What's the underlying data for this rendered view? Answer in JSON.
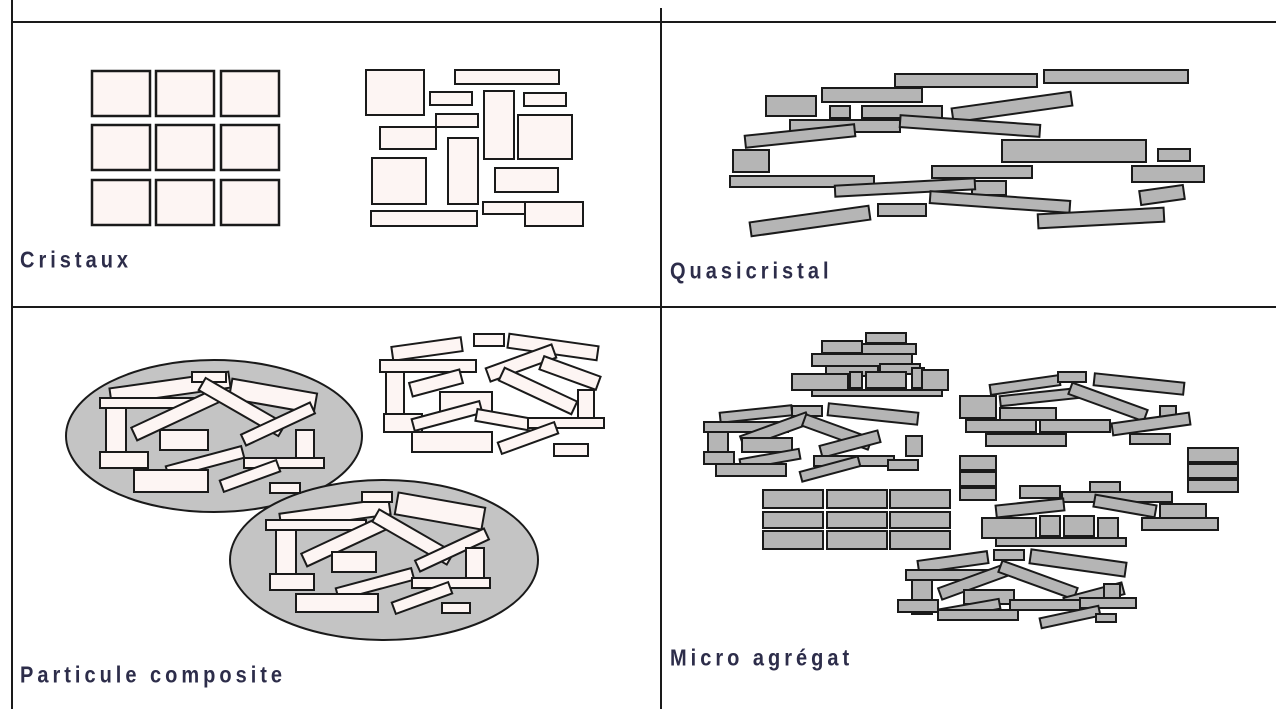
{
  "panels": {
    "cristaux": {
      "label": "Cristaux"
    },
    "quasicristal": {
      "label": "Quasicristal"
    },
    "particule_composite": {
      "label": "Particule composite"
    },
    "micro_agregat": {
      "label": "Micro agrégat"
    }
  },
  "colors": {
    "line": "#1a1a1a",
    "filled_rect": "#b5b5b5",
    "light_rect": "#fdf5f3",
    "ellipse_fill": "#c4c4c4",
    "label_text": "#2d2d4a",
    "background": "#ffffff"
  }
}
